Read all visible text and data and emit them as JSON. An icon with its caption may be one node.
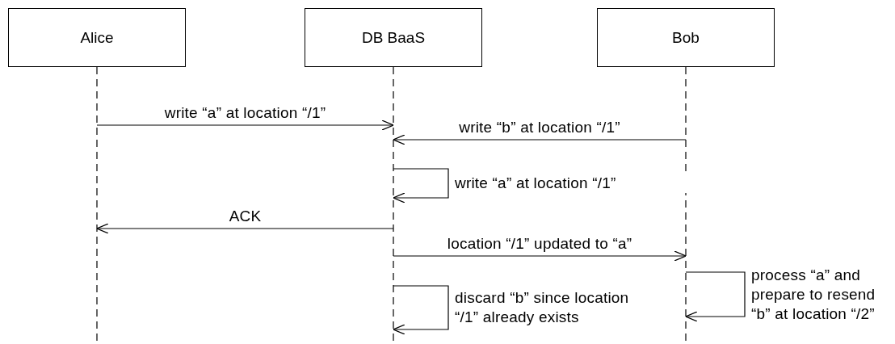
{
  "diagram": {
    "nodes": [
      {
        "text": [
          "Alice"
        ]
      },
      {
        "text": [
          "DB BaaS"
        ]
      },
      {
        "text": [
          "Bob"
        ]
      }
    ],
    "edges": [
      {
        "from": 0,
        "to": 1,
        "arrow": "to",
        "label": "write “a” at location “/1”"
      },
      {
        "from": 2,
        "to": 1,
        "arrow": "to",
        "label": "write “b” at location “/1”"
      },
      {
        "from": 1,
        "to": 1,
        "arrow": "to",
        "label": "write “a” at location “/1”"
      },
      {
        "from": 1,
        "to": 0,
        "arrow": "to",
        "label": "ACK"
      },
      {
        "from": 1,
        "to": 2,
        "arrow": "to",
        "label": "location “/1” updated to “a”"
      },
      {
        "from": 2,
        "to": 2,
        "arrow": "to",
        "label": "process “a” and prepare to resend “b” at location “/2”"
      },
      {
        "from": 1,
        "to": 1,
        "arrow": "to",
        "label": "discard “b” since location “/1” already exists"
      }
    ]
  }
}
